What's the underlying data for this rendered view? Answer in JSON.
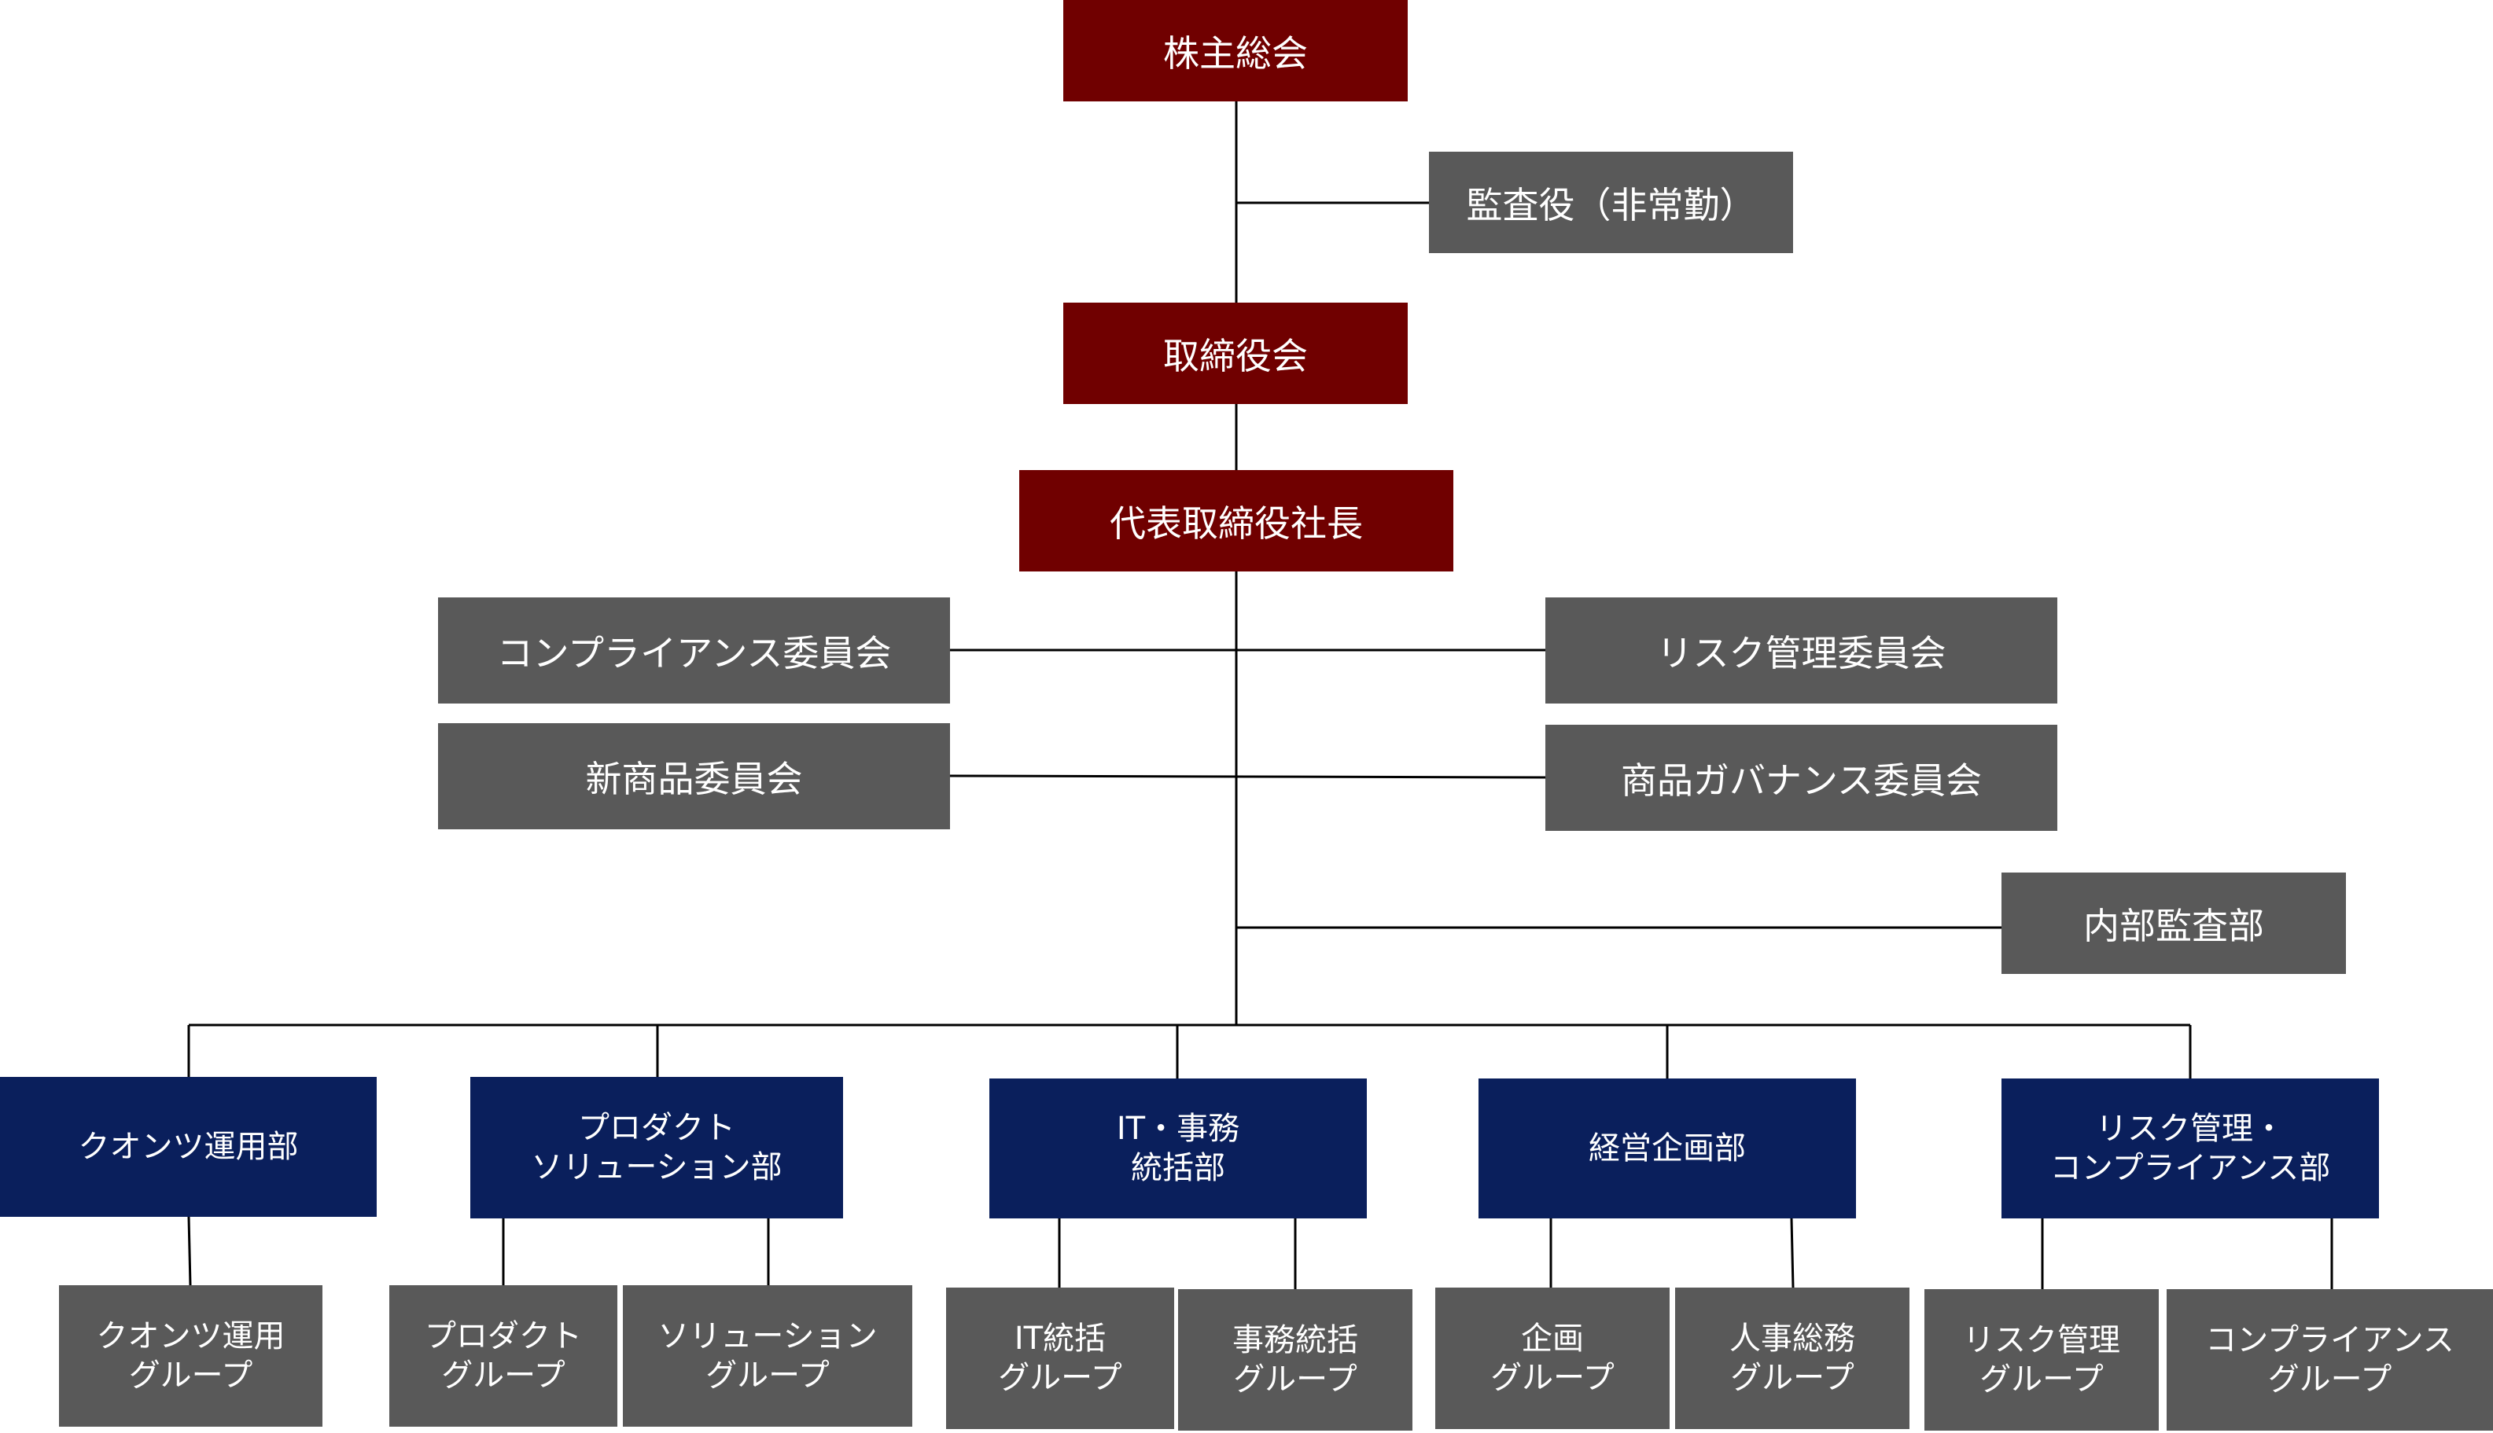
{
  "org": {
    "shareholders": "株主総会",
    "auditor": "監査役（非常勤）",
    "board": "取締役会",
    "president": "代表取締役社長",
    "compliance_committee": "コンプライアンス委員会",
    "risk_committee": "リスク管理委員会",
    "new_product_committee": "新商品委員会",
    "product_governance_committee": "商品ガバナンス委員会",
    "internal_audit": "内部監査部",
    "departments": [
      {
        "label": "クオンツ運用部",
        "groups": [
          "クオンツ運用\nグループ"
        ]
      },
      {
        "label": "プロダクト\nソリューション部",
        "groups": [
          "プロダクト\nグループ",
          "ソリューション\nグループ"
        ]
      },
      {
        "label": "IT・事務\n統括部",
        "groups": [
          "IT統括\nグループ",
          "事務統括\nグループ"
        ]
      },
      {
        "label": "経営企画部",
        "groups": [
          "企画\nグループ",
          "人事総務\nグループ"
        ]
      },
      {
        "label": "リスク管理・\nコンプライアンス部",
        "groups": [
          "リスク管理\nグループ",
          "コンプライアンス\nグループ"
        ]
      }
    ]
  },
  "colors": {
    "governance": "#700000",
    "committee": "#595959",
    "department": "#0a1f5c",
    "line": "#000000"
  }
}
